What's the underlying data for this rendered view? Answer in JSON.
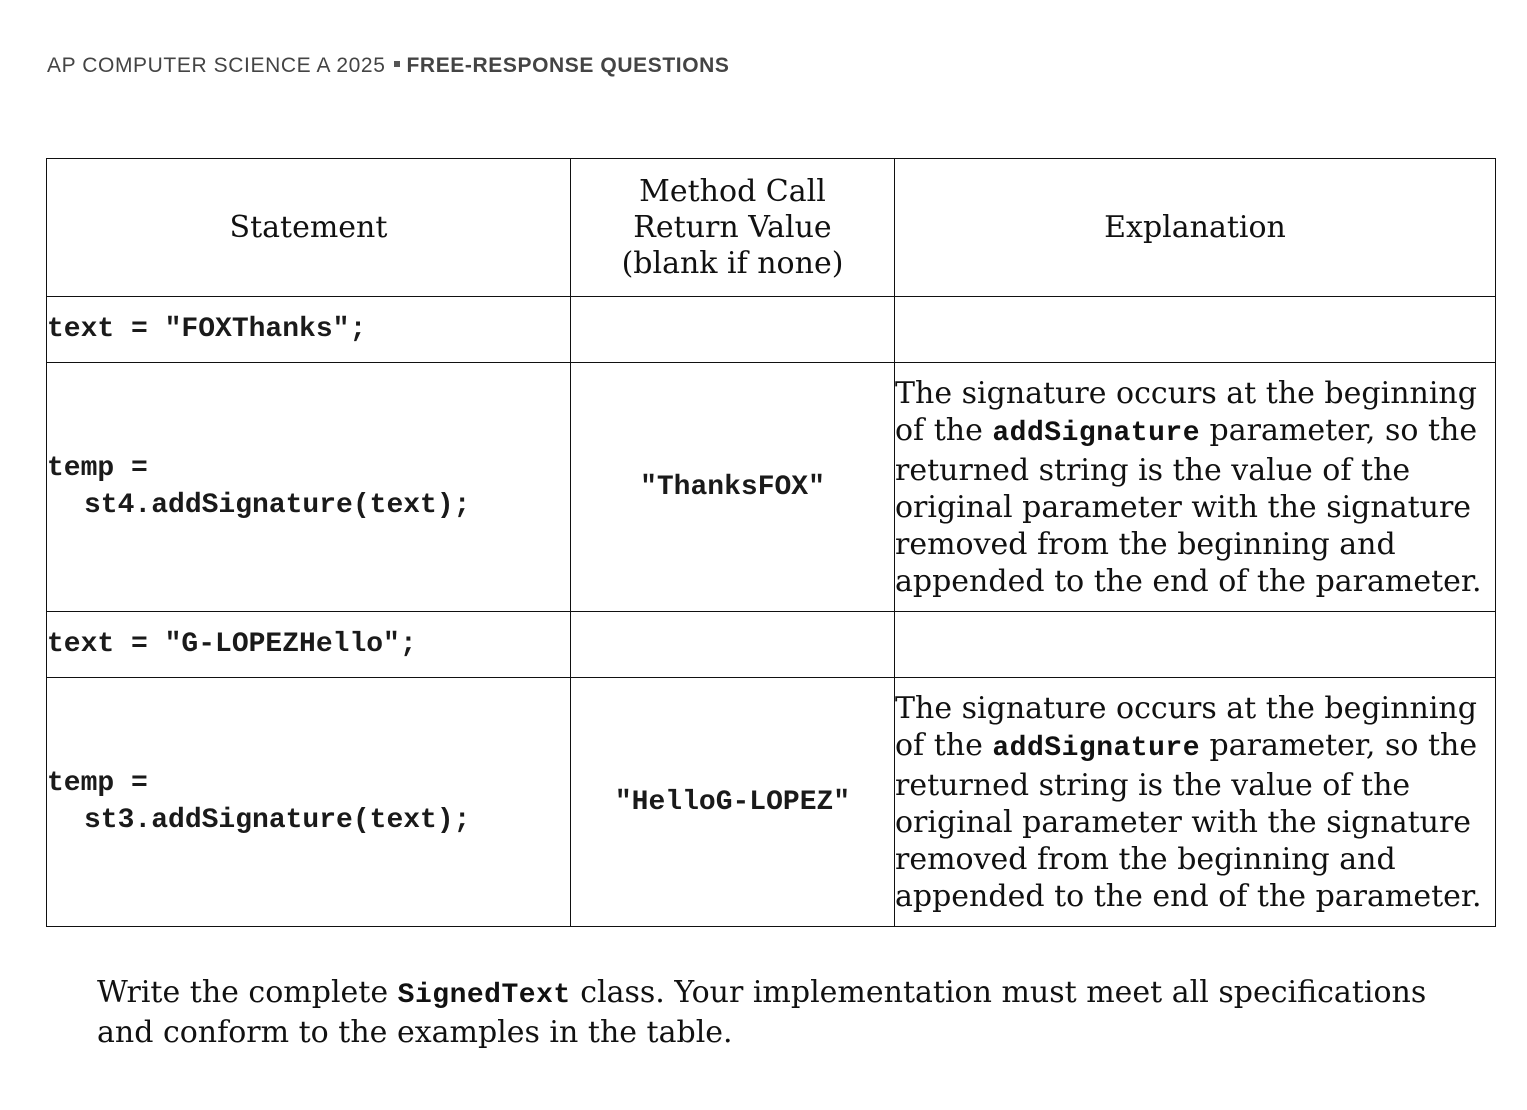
{
  "header": {
    "course": "AP COMPUTER SCIENCE A 2025",
    "section": "FREE-RESPONSE QUESTIONS"
  },
  "table": {
    "headers": {
      "statement": "Statement",
      "return_value": [
        "Method Call",
        "Return Value",
        "(blank if none)"
      ],
      "explanation": "Explanation"
    },
    "rows": [
      {
        "statement_line1": "text = \"FOXThanks\";",
        "statement_line2": "",
        "return_value": "",
        "explanation_pre": "",
        "explanation_code": "",
        "explanation_post": ""
      },
      {
        "statement_line1": "temp =",
        "statement_line2": "st4.addSignature(text);",
        "return_value": "\"ThanksFOX\"",
        "explanation_pre": "The signature occurs at the beginning of the ",
        "explanation_code": "addSignature",
        "explanation_post": " parameter, so the returned string is the value of the original parameter with the signature removed from the beginning and appended to the end of the parameter."
      },
      {
        "statement_line1": "text = \"G-LOPEZHello\";",
        "statement_line2": "",
        "return_value": "",
        "explanation_pre": "",
        "explanation_code": "",
        "explanation_post": ""
      },
      {
        "statement_line1": "temp =",
        "statement_line2": "st3.addSignature(text);",
        "return_value": "\"HelloG-LOPEZ\"",
        "explanation_pre": "The signature occurs at the beginning of the ",
        "explanation_code": "addSignature",
        "explanation_post": " parameter, so the returned string is the value of the original parameter with the signature removed from the beginning and appended to the end of the parameter."
      }
    ]
  },
  "footer": {
    "pre": "Write the complete ",
    "code": "SignedText",
    "post": " class. Your implementation must meet all specifications and conform to the examples in the table."
  }
}
